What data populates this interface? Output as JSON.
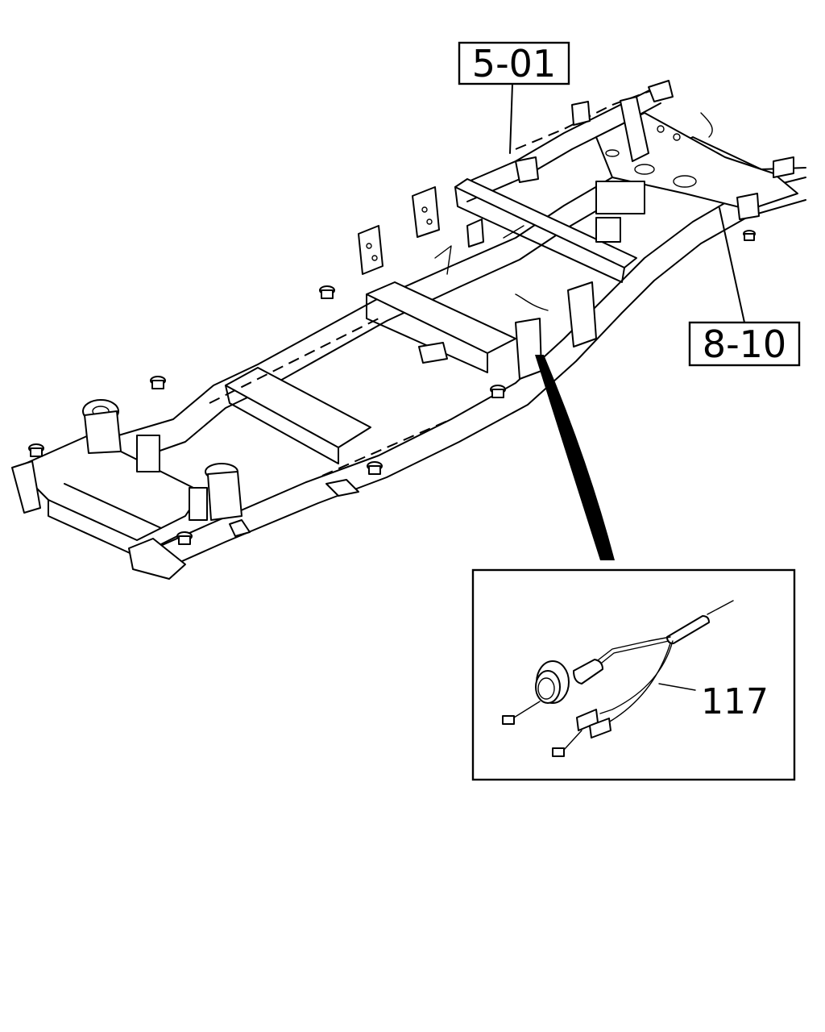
{
  "callouts": {
    "ref_a": "5-01",
    "ref_b": "8-10"
  },
  "detail": {
    "part_number": "117"
  }
}
